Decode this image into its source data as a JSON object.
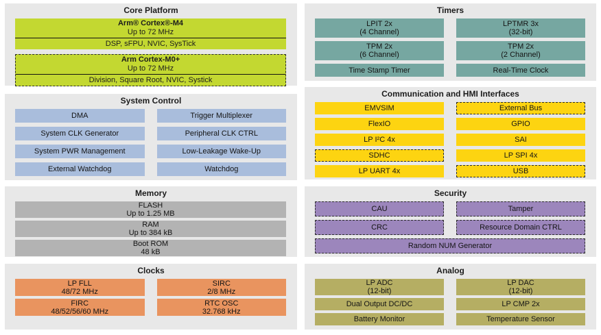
{
  "colors": {
    "panel_bg": "#e8e8e8",
    "core_green": "#c3d831",
    "system_blue": "#a9bddc",
    "memory_gray": "#b3b3b3",
    "clocks_orange": "#e9945f",
    "timers_teal": "#76a7a1",
    "comm_yellow": "#fdd411",
    "security_purple": "#9c86bc",
    "analog_olive": "#b5ae63"
  },
  "core_platform": {
    "title": "Core Platform",
    "m4": {
      "name": "Arm® Cortex®-M4",
      "freq": "Up to 72 MHz",
      "features": "DSP, sFPU, NVIC, SysTick"
    },
    "m0plus": {
      "name": "Arm Cortex-M0+",
      "freq": "Up to 72 MHz",
      "features": "Division, Square Root, NVIC, Systick"
    }
  },
  "system_control": {
    "title": "System Control",
    "blocks": [
      "DMA",
      "Trigger Multiplexer",
      "System CLK Generator",
      "Peripheral CLK CTRL",
      "System PWR Management",
      "Low-Leakage Wake-Up",
      "External Watchdog",
      "Watchdog"
    ]
  },
  "memory": {
    "title": "Memory",
    "blocks": [
      {
        "name": "FLASH",
        "detail": "Up to 1.25 MB"
      },
      {
        "name": "RAM",
        "detail": "Up to 384 kB"
      },
      {
        "name": "Boot ROM",
        "detail": "48 kB"
      }
    ]
  },
  "clocks": {
    "title": "Clocks",
    "blocks": [
      {
        "name": "LP FLL",
        "detail": "48/72 MHz"
      },
      {
        "name": "SIRC",
        "detail": "2/8 MHz"
      },
      {
        "name": "FIRC",
        "detail": "48/52/56/60 MHz"
      },
      {
        "name": "RTC OSC",
        "detail": "32.768 kHz"
      }
    ]
  },
  "timers": {
    "title": "Timers",
    "blocks": [
      {
        "name": "LPIT 2x",
        "detail": "(4 Channel)"
      },
      {
        "name": "LPTMR 3x",
        "detail": "(32-bit)"
      },
      {
        "name": "TPM 2x",
        "detail": "(6 Channel)"
      },
      {
        "name": "TPM 2x",
        "detail": "(2 Channel)"
      },
      {
        "name": "Time Stamp Timer"
      },
      {
        "name": "Real-Time Clock"
      }
    ]
  },
  "communication": {
    "title": "Communication and HMI Interfaces",
    "blocks": [
      {
        "name": "EMVSIM",
        "dashed": false
      },
      {
        "name": "External Bus",
        "dashed": true
      },
      {
        "name": "FlexIO",
        "dashed": false
      },
      {
        "name": "GPIO",
        "dashed": false
      },
      {
        "name": "LP I²C 4x",
        "dashed": false
      },
      {
        "name": "SAI",
        "dashed": false
      },
      {
        "name": "SDHC",
        "dashed": true
      },
      {
        "name": "LP SPI 4x",
        "dashed": false
      },
      {
        "name": "LP UART 4x",
        "dashed": false
      },
      {
        "name": "USB",
        "dashed": true
      }
    ]
  },
  "security": {
    "title": "Security",
    "blocks": [
      {
        "name": "CAU",
        "dashed": true
      },
      {
        "name": "Tamper",
        "dashed": true
      },
      {
        "name": "CRC",
        "dashed": true
      },
      {
        "name": "Resource Domain CTRL",
        "dashed": true
      },
      {
        "name": "Random NUM Generator",
        "dashed": true,
        "full_width": true
      }
    ]
  },
  "analog": {
    "title": "Analog",
    "blocks": [
      {
        "name": "LP ADC",
        "detail": "(12-bit)"
      },
      {
        "name": "LP DAC",
        "detail": "(12-bit)"
      },
      {
        "name": "Dual Output DC/DC"
      },
      {
        "name": "LP CMP 2x"
      },
      {
        "name": "Battery Monitor"
      },
      {
        "name": "Temperature Sensor"
      }
    ]
  }
}
